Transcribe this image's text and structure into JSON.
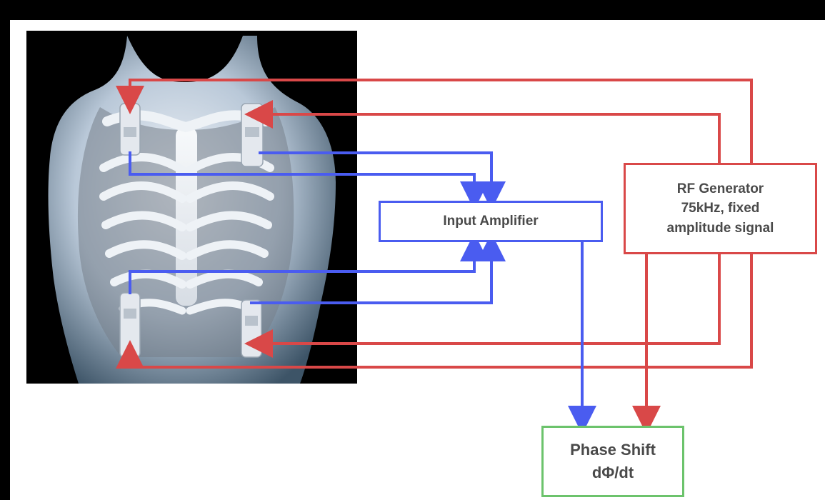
{
  "colors": {
    "background": "#ffffff",
    "frame": "#000000",
    "signal_wire": "#4a5cf0",
    "drive_wire": "#d94848",
    "output_box": "#6cc36c",
    "text": "#4a4a4a"
  },
  "blocks": {
    "input_amplifier": {
      "label": "Input Amplifier"
    },
    "rf_generator": {
      "lines": [
        "RF Generator",
        "75kHz, fixed",
        "amplitude signal"
      ]
    },
    "phase_shift": {
      "lines": [
        "Phase Shift",
        "dΦ/dt"
      ]
    }
  },
  "figure": {
    "subject": "torso-ribcage-photo",
    "electrodes": [
      "upper-left-electrode",
      "upper-right-electrode",
      "lower-left-electrode",
      "lower-right-electrode"
    ]
  }
}
